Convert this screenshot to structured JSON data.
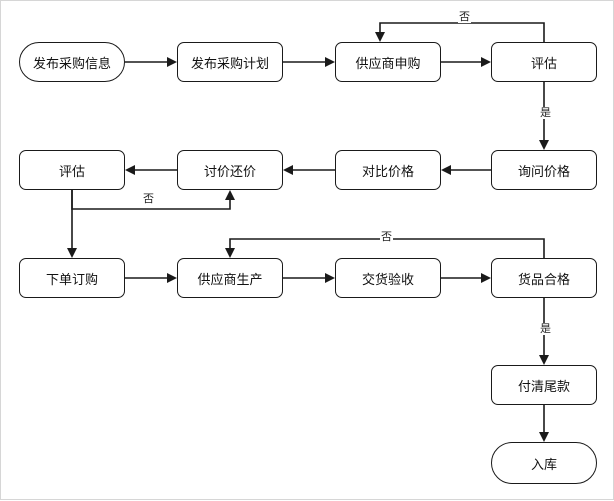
{
  "diagram": {
    "type": "flowchart",
    "nodes": [
      {
        "id": "n1",
        "label": "发布采购信息",
        "shape": "terminal"
      },
      {
        "id": "n2",
        "label": "发布采购计划",
        "shape": "process"
      },
      {
        "id": "n3",
        "label": "供应商申购",
        "shape": "process"
      },
      {
        "id": "n4",
        "label": "评估",
        "shape": "process"
      },
      {
        "id": "n5",
        "label": "询问价格",
        "shape": "process"
      },
      {
        "id": "n6",
        "label": "对比价格",
        "shape": "process"
      },
      {
        "id": "n7",
        "label": "讨价还价",
        "shape": "process"
      },
      {
        "id": "n8",
        "label": "评估",
        "shape": "process"
      },
      {
        "id": "n9",
        "label": "下单订购",
        "shape": "process"
      },
      {
        "id": "n10",
        "label": "供应商生产",
        "shape": "process"
      },
      {
        "id": "n11",
        "label": "交货验收",
        "shape": "process"
      },
      {
        "id": "n12",
        "label": "货品合格",
        "shape": "process"
      },
      {
        "id": "n13",
        "label": "付清尾款",
        "shape": "process"
      },
      {
        "id": "n14",
        "label": "入库",
        "shape": "terminal"
      }
    ],
    "edges": [
      {
        "from": "n1",
        "to": "n2"
      },
      {
        "from": "n2",
        "to": "n3"
      },
      {
        "from": "n3",
        "to": "n4"
      },
      {
        "from": "n4",
        "to": "n3",
        "label": "否"
      },
      {
        "from": "n4",
        "to": "n5",
        "label": "是"
      },
      {
        "from": "n5",
        "to": "n6"
      },
      {
        "from": "n6",
        "to": "n7"
      },
      {
        "from": "n7",
        "to": "n8"
      },
      {
        "from": "n8",
        "to": "n7",
        "label": "否"
      },
      {
        "from": "n8",
        "to": "n9"
      },
      {
        "from": "n9",
        "to": "n10"
      },
      {
        "from": "n10",
        "to": "n11"
      },
      {
        "from": "n11",
        "to": "n12"
      },
      {
        "from": "n12",
        "to": "n10",
        "label": "否"
      },
      {
        "from": "n12",
        "to": "n13",
        "label": "是"
      },
      {
        "from": "n13",
        "to": "n14"
      }
    ]
  }
}
